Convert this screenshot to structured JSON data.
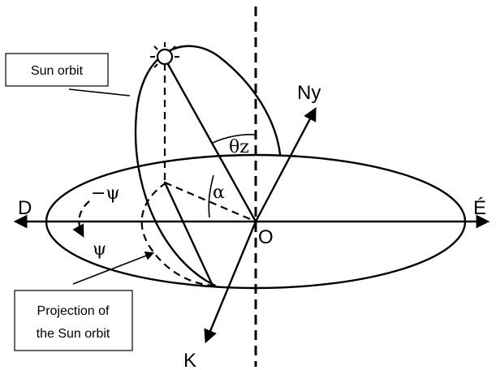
{
  "labels": {
    "sun_orbit": "Sun orbit",
    "projection_line1": "Projection of",
    "projection_line2": "the Sun orbit",
    "west": "D",
    "east": "É",
    "north": "Ny",
    "south": "K",
    "origin": "O",
    "zenith_angle": "θz",
    "altitude": "α",
    "neg_psi": "−ψ",
    "psi": "ψ"
  }
}
